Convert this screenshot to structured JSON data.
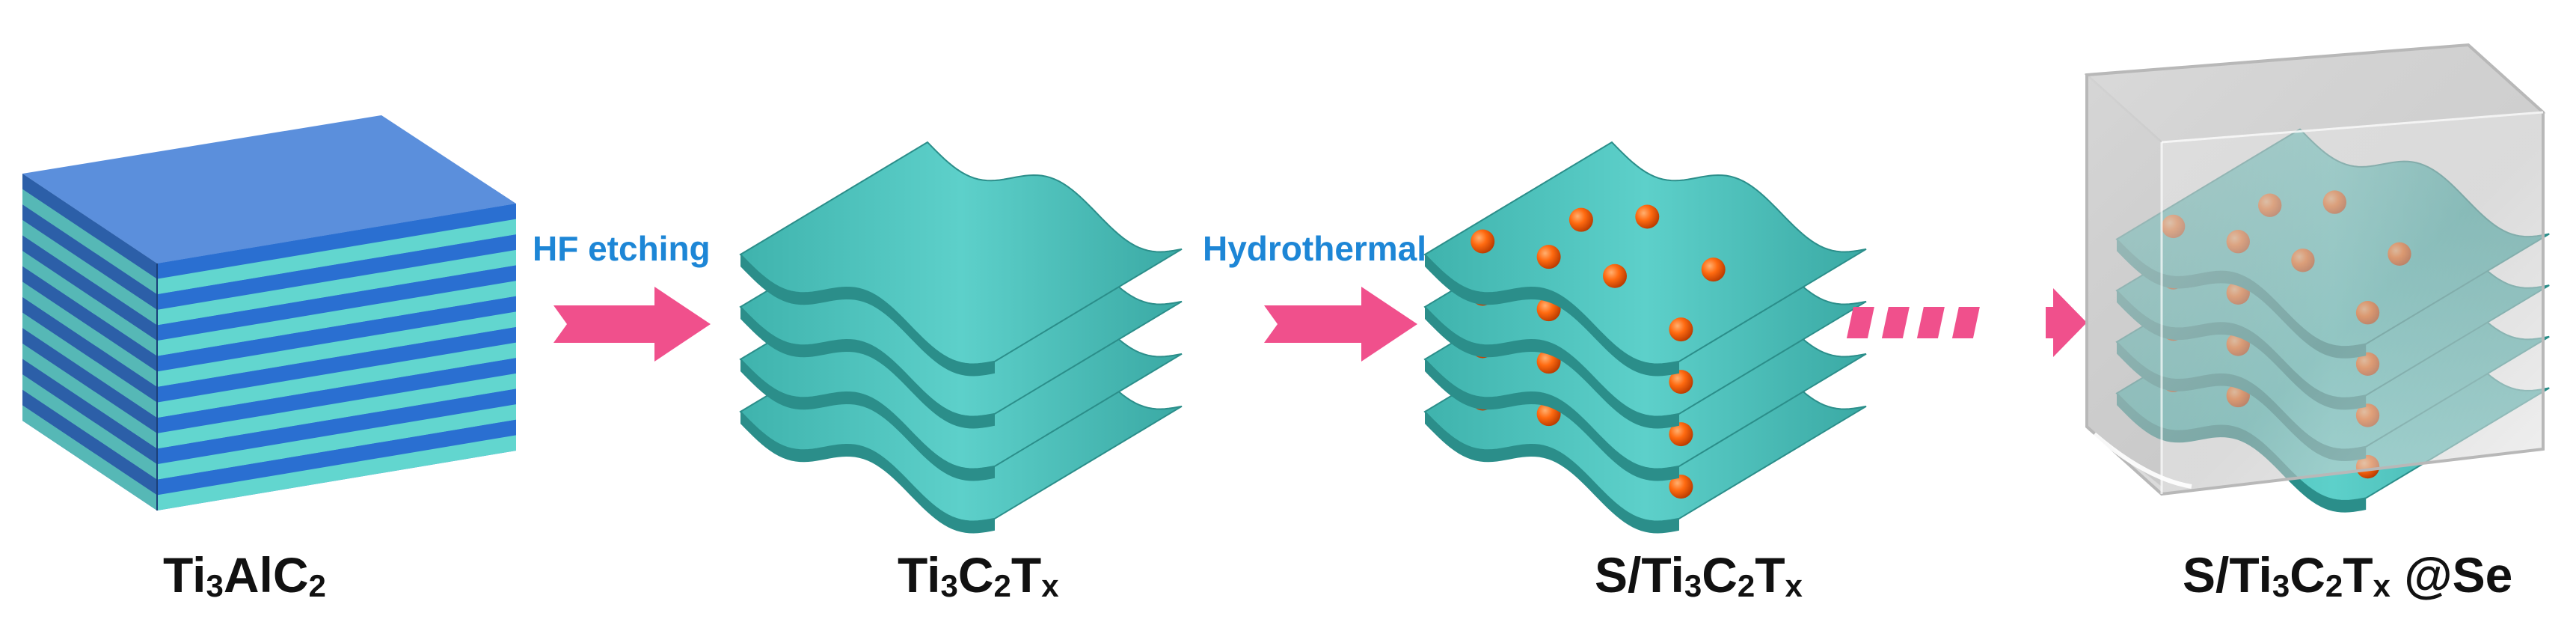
{
  "steps": [
    {
      "label": "HF etching"
    },
    {
      "label": "Hydrothermal"
    }
  ],
  "materials": [
    {
      "base": "Ti",
      "s1": "3",
      "mid": "AlC",
      "s2": "2",
      "tail": "",
      "s3": "",
      "suffix": ""
    },
    {
      "base": "Ti",
      "s1": "3",
      "mid": "C",
      "s2": "2",
      "tail": "T",
      "s3": "x",
      "suffix": ""
    },
    {
      "base": "S/Ti",
      "s1": "3",
      "mid": "C",
      "s2": "2",
      "tail": "T",
      "s3": "x",
      "suffix": ""
    },
    {
      "base": "S/Ti",
      "s1": "3",
      "mid": "C",
      "s2": "2",
      "tail": "T",
      "s3": "x",
      "suffix": " @Se"
    }
  ],
  "colors": {
    "max_top": "#5b8fdc",
    "max_blue_layer": "#2a6fd1",
    "max_teal_layer": "#62d6cf",
    "mxene_sheet": "#4cc1bb",
    "mxene_dark": "#2b8e8a",
    "arrow": "#f0508c",
    "sulfur": "#ff6a10",
    "step_text": "#1d86d6",
    "label_text": "#111111"
  }
}
